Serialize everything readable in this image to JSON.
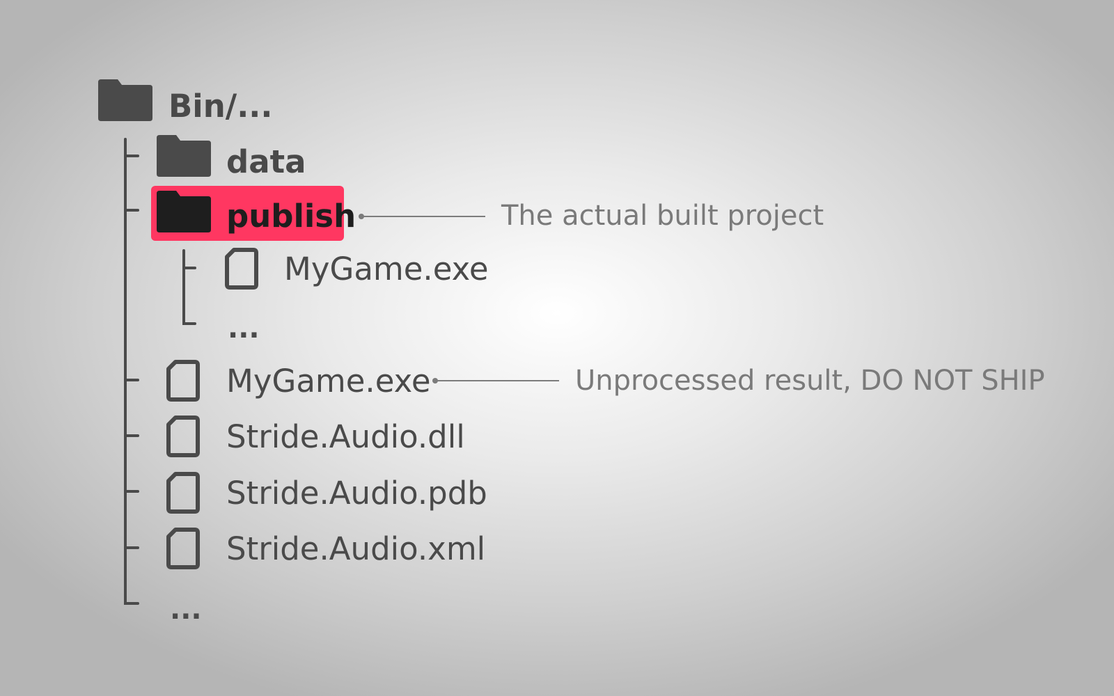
{
  "tree": {
    "root": {
      "label": "Bin/...",
      "icon": "folder-icon"
    },
    "children": {
      "data_folder": {
        "label": "data",
        "icon": "folder-icon"
      },
      "publish_folder": {
        "label": "publish",
        "icon": "folder-icon",
        "highlighted": true,
        "highlight_color": "#ff3761",
        "children": {
          "exe": {
            "label": "MyGame.exe",
            "icon": "file-icon"
          },
          "more": {
            "label": "..."
          }
        }
      },
      "mygame_exe": {
        "label": "MyGame.exe",
        "icon": "file-icon"
      },
      "audio_dll": {
        "label": "Stride.Audio.dll",
        "icon": "file-icon"
      },
      "audio_pdb": {
        "label": "Stride.Audio.pdb",
        "icon": "file-icon"
      },
      "audio_xml": {
        "label": "Stride.Audio.xml",
        "icon": "file-icon"
      },
      "more": {
        "label": "..."
      }
    }
  },
  "annotations": {
    "publish": "The actual built project",
    "mygame_exe": "Unprocessed result, DO NOT SHIP"
  },
  "colors": {
    "icon": "#4a4a4a",
    "highlight": "#ff3761",
    "highlighted_icon": "#1e1e1e",
    "annotation_text": "#7a7a7a"
  }
}
